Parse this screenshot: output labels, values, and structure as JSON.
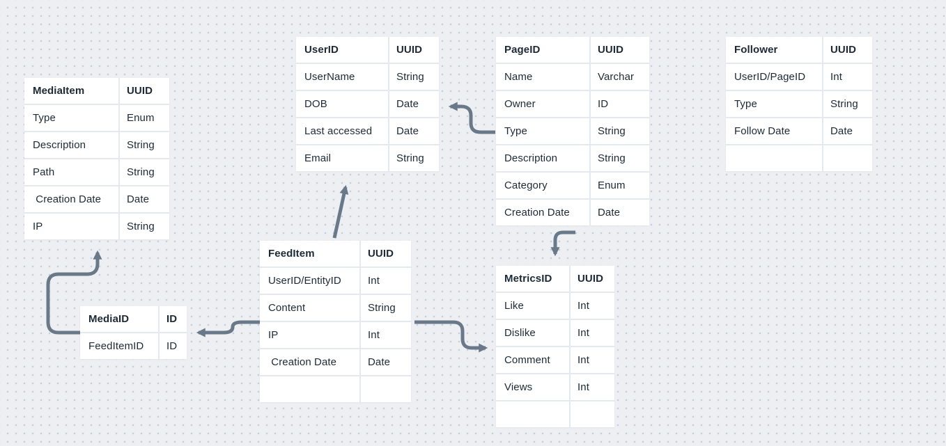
{
  "theme": {
    "background": "#edeff3",
    "dot_color": "#c7cedb",
    "surface": "#ffffff",
    "divider": "#e4e9f0",
    "text_color": "#1d2a36",
    "arrow_color": "#6a7989"
  },
  "tables": [
    {
      "name": "MediaItem",
      "key_type": "UUID",
      "rows": [
        [
          "Type",
          "Enum"
        ],
        [
          "Description",
          "String"
        ],
        [
          "Path",
          "String"
        ],
        [
          " Creation Date",
          "Date"
        ],
        [
          "IP",
          "String"
        ]
      ]
    },
    {
      "name": "UserID",
      "key_type": "UUID",
      "rows": [
        [
          "UserName",
          "String"
        ],
        [
          "DOB",
          "Date"
        ],
        [
          "Last accessed",
          "Date"
        ],
        [
          "Email",
          "String"
        ]
      ]
    },
    {
      "name": "PageID",
      "key_type": "UUID",
      "rows": [
        [
          "Name",
          "Varchar"
        ],
        [
          "Owner",
          "ID"
        ],
        [
          "Type",
          "String"
        ],
        [
          "Description",
          "String"
        ],
        [
          "Category",
          "Enum"
        ],
        [
          "Creation Date",
          "Date"
        ]
      ]
    },
    {
      "name": "Follower",
      "key_type": "UUID",
      "rows": [
        [
          "UserID/PageID",
          "Int"
        ],
        [
          "Type",
          "String"
        ],
        [
          "Follow Date",
          "Date"
        ],
        [
          "",
          ""
        ]
      ]
    },
    {
      "name": "FeedItem",
      "key_type": "UUID",
      "rows": [
        [
          "UserID/EntityID",
          "Int"
        ],
        [
          "Content",
          "String"
        ],
        [
          "IP",
          "Int"
        ],
        [
          " Creation Date",
          "Date"
        ],
        [
          "",
          ""
        ]
      ]
    },
    {
      "name": "MediaID",
      "key_type": "ID",
      "rows": [
        [
          "FeedItemID",
          "ID"
        ]
      ]
    },
    {
      "name": "MetricsID",
      "key_type": "UUID",
      "rows": [
        [
          "Like",
          "Int"
        ],
        [
          "Dislike",
          "Int"
        ],
        [
          "Comment",
          "Int"
        ],
        [
          "Views",
          "Int"
        ],
        [
          "",
          ""
        ]
      ]
    }
  ],
  "arrows": [
    {
      "from": "PageID",
      "to": "UserID",
      "label": "PageID to UserID"
    },
    {
      "from": "FeedItem",
      "to": "UserID",
      "label": "FeedItem to UserID"
    },
    {
      "from": "PageID",
      "to": "MetricsID",
      "label": "PageID to MetricsID"
    },
    {
      "from": "FeedItem",
      "to": "MetricsID",
      "label": "FeedItem to MetricsID"
    },
    {
      "from": "FeedItem",
      "to": "MediaID",
      "label": "FeedItem to MediaID"
    },
    {
      "from": "MediaID",
      "to": "MediaItem",
      "label": "MediaID to MediaItem"
    }
  ]
}
